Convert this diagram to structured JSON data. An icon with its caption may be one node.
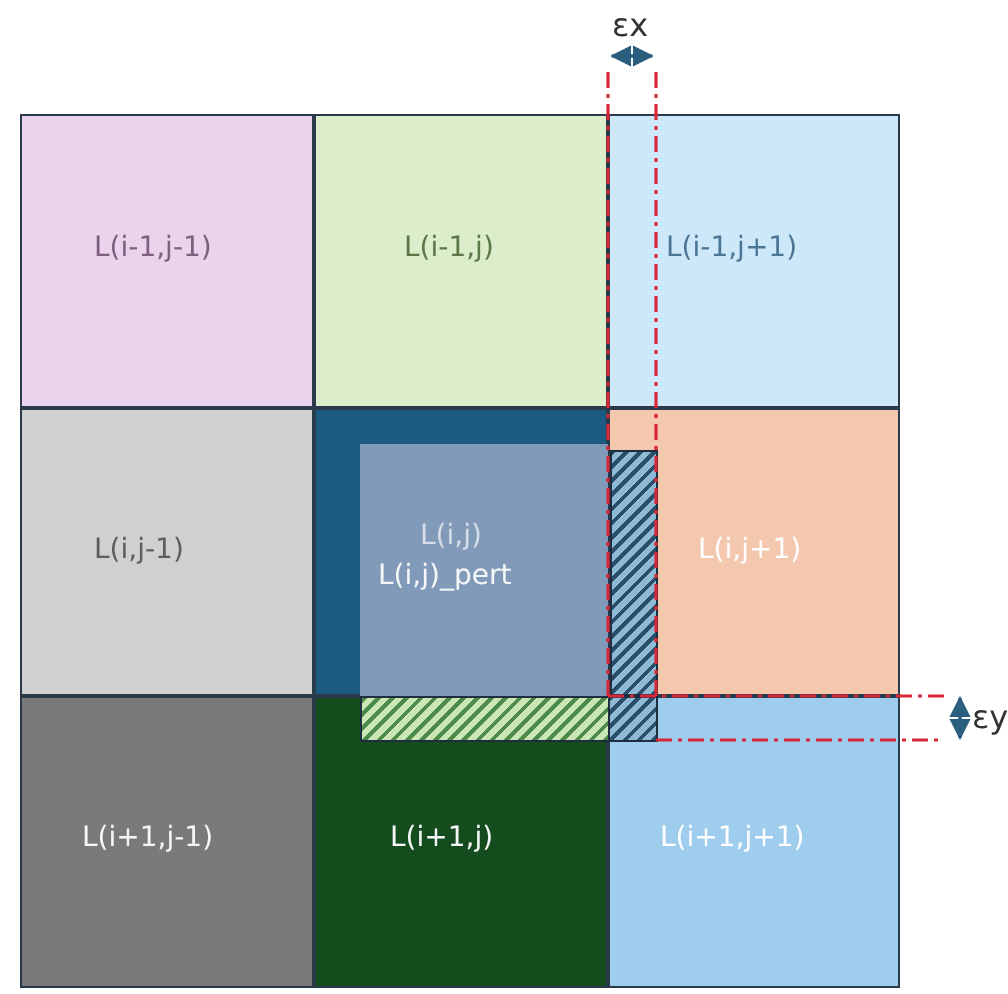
{
  "diagram": {
    "nodes": [
      {
        "text": [
          "L(i-1,j-1)"
        ]
      },
      {
        "text": [
          "L(i-1,j)"
        ]
      },
      {
        "text": [
          "L(i-1,j+1)"
        ]
      },
      {
        "text": [
          "L(i,j-1)"
        ]
      },
      {
        "text": [
          "L(i,j)",
          "L(i,j)_pert"
        ]
      },
      {
        "text": [
          "L(i,j+1)"
        ]
      },
      {
        "text": [
          "L(i+1,j-1)"
        ]
      },
      {
        "text": [
          "L(i+1,j)"
        ]
      },
      {
        "text": [
          "L(i+1,j+1)"
        ]
      }
    ],
    "edges": [],
    "labels": [
      "εx",
      "εy"
    ]
  }
}
